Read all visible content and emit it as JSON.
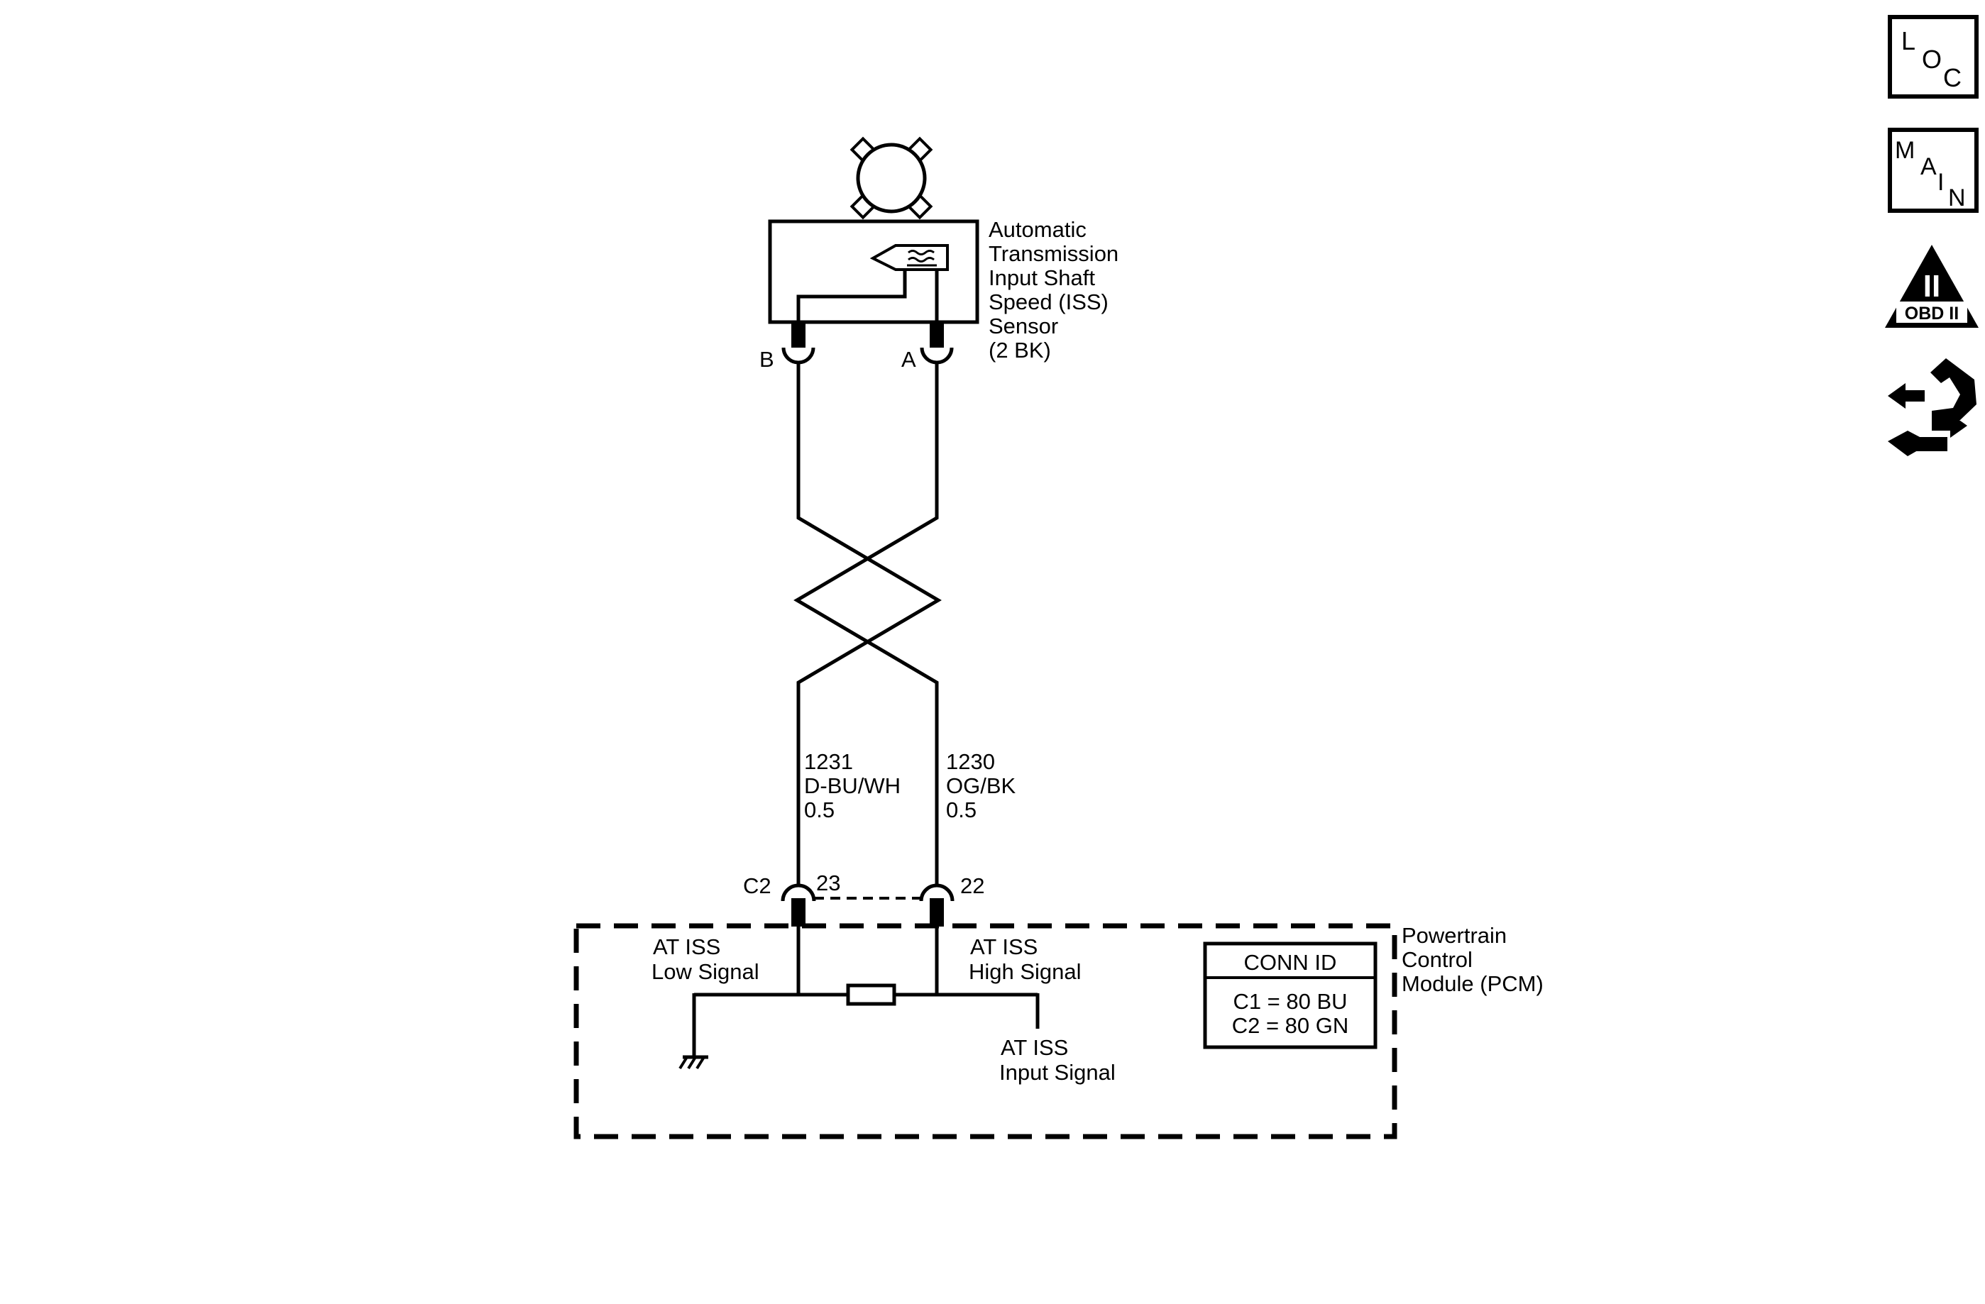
{
  "sensor": {
    "name_lines": [
      "Automatic",
      "Transmission",
      "Input Shaft",
      "Speed (ISS)",
      "Sensor",
      "(2 BK)"
    ],
    "pin_b": "B",
    "pin_a": "A"
  },
  "wires": {
    "left": {
      "circuit": "1231",
      "color": "D-BU/WH",
      "gauge": "0.5"
    },
    "right": {
      "circuit": "1230",
      "color": "OG/BK",
      "gauge": "0.5"
    }
  },
  "pcm_connector": {
    "connector": "C2",
    "pin_left": "23",
    "pin_right": "22"
  },
  "pcm": {
    "name_lines": [
      "Powertrain",
      "Control",
      "Module (PCM)"
    ],
    "low_signal_lines": [
      "AT ISS",
      "Low Signal"
    ],
    "high_signal_lines": [
      "AT ISS",
      "High Signal"
    ],
    "input_signal_lines": [
      "AT ISS",
      "Input Signal"
    ]
  },
  "conn_id": {
    "title": "CONN ID",
    "c1": "C1 = 80 BU",
    "c2": "C2 = 80 GN"
  },
  "nav_icons": {
    "loc": {
      "letters": [
        "L",
        "O",
        "C"
      ]
    },
    "main": {
      "letters": [
        "M",
        "A",
        "I",
        "N"
      ]
    },
    "obd": {
      "numeral": "II",
      "label": "OBD II"
    },
    "schematic_icon": "connector-wrench-icon"
  }
}
